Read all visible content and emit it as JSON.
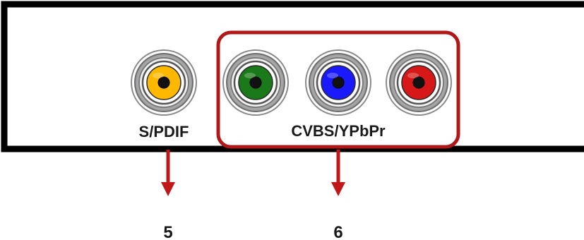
{
  "panel": {
    "spdif_label": "S/PDIF",
    "component_label": "CVBS/YPbPr"
  },
  "callouts": {
    "spdif_number": "5",
    "component_number": "6"
  },
  "jacks": [
    {
      "name": "spdif-jack",
      "color": "#ffb800"
    },
    {
      "name": "green-jack",
      "color": "#1a7a1a"
    },
    {
      "name": "blue-jack",
      "color": "#1a1aff"
    },
    {
      "name": "red-jack",
      "color": "#d61818"
    }
  ],
  "colors": {
    "panel_border": "#000000",
    "highlight_box": "#b01818",
    "arrow": "#c01818",
    "text": "#1a1a1a"
  }
}
